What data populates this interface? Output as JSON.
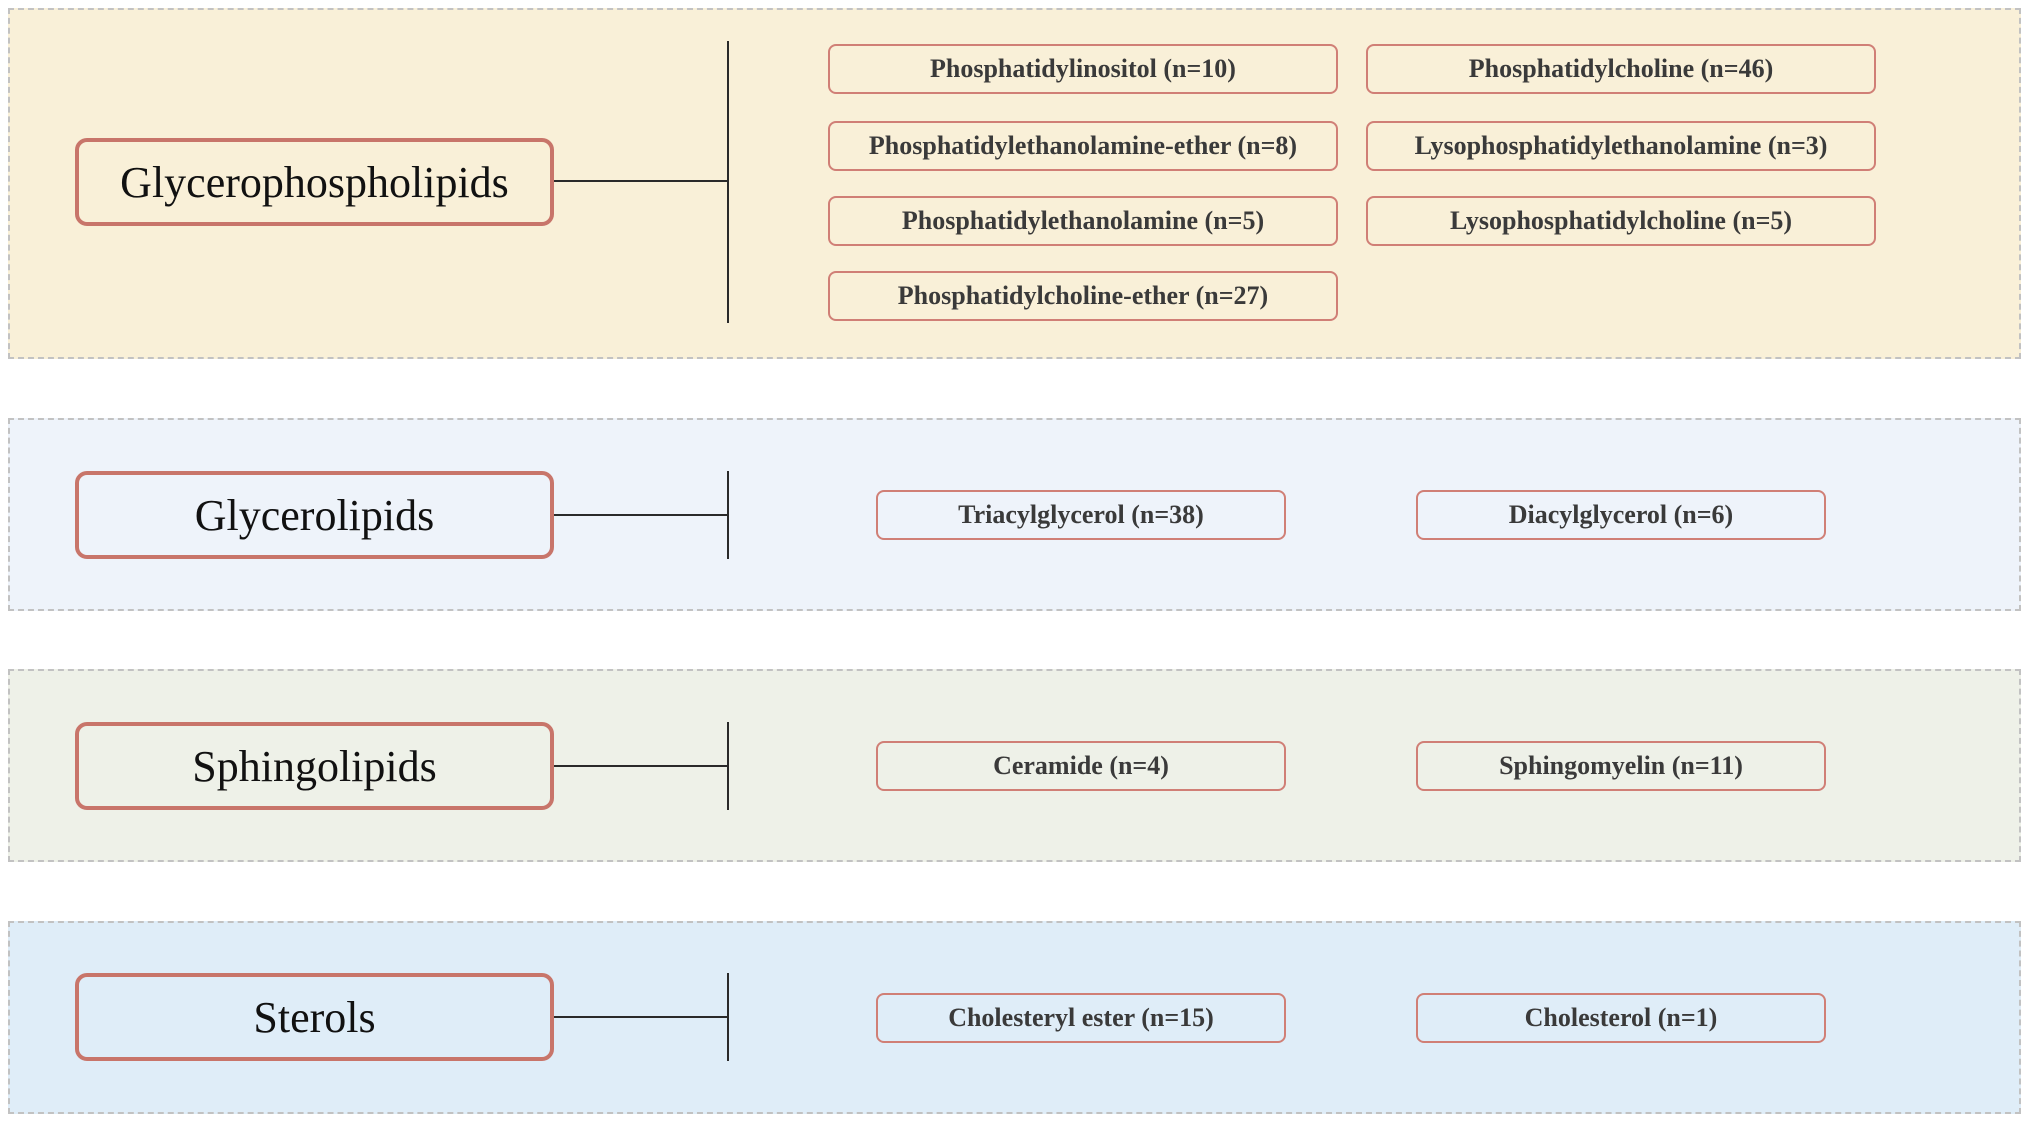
{
  "categories": [
    {
      "name": "Glycerophospholipids",
      "subclasses": [
        "Phosphatidylinositol (n=10)",
        "Phosphatidylcholine (n=46)",
        "Phosphatidylethanolamine-ether (n=8)",
        "Lysophosphatidylethanolamine (n=3)",
        "Phosphatidylethanolamine (n=5)",
        "Lysophosphatidylcholine (n=5)",
        "Phosphatidylcholine-ether (n=27)"
      ]
    },
    {
      "name": "Glycerolipids",
      "subclasses": [
        "Triacylglycerol (n=38)",
        "Diacylglycerol (n=6)"
      ]
    },
    {
      "name": "Sphingolipids",
      "subclasses": [
        "Ceramide (n=4)",
        "Sphingomyelin (n=11)"
      ]
    },
    {
      "name": "Sterols",
      "subclasses": [
        "Cholesteryl ester (n=15)",
        "Cholesterol (n=1)"
      ]
    }
  ],
  "colors": {
    "box_border": "#c8756a",
    "glycerophospholipids_bg": "#f9f0d8",
    "glycerolipids_bg": "#eef3fa",
    "sphingolipids_bg": "#eef1e8",
    "sterols_bg": "#dfedf8"
  }
}
